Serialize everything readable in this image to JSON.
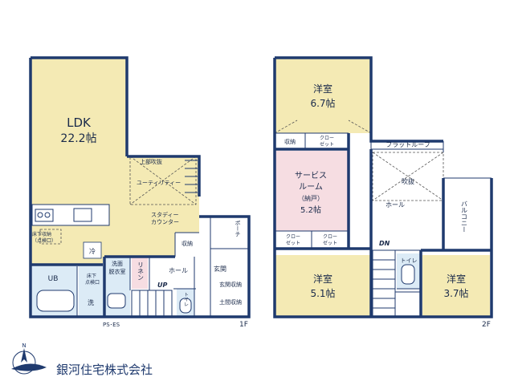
{
  "floor1": {
    "ldk": {
      "name": "LDK",
      "size": "22.2帖"
    },
    "upper_void": "上部吹抜",
    "utility": "ユーティリティー",
    "study": {
      "line1": "スタディー",
      "line2": "カウンター"
    },
    "underfloor": {
      "line1": "床下収納",
      "line2": "（点検口）"
    },
    "fridge": "冷",
    "storage": "収納",
    "porch": "ポーチ",
    "ub": "UB",
    "inspection": {
      "line1": "床下",
      "line2": "点検口"
    },
    "washroom": {
      "line1": "洗面",
      "line2": "脱衣室"
    },
    "wash": "洗",
    "linen": "リネン",
    "hall": "ホール",
    "entrance": "玄関",
    "entrance_storage": "玄関収納",
    "dirt_storage": "土間収納",
    "toilet": "トイレ",
    "up": "UP",
    "ps": "PS･ES",
    "floor_label": "1F"
  },
  "floor2": {
    "room1": {
      "name": "洋室",
      "size": "6.7帖"
    },
    "storage": "収納",
    "closet": "クロー\nゼット",
    "closet_a": "クロー",
    "closet_b": "ゼット",
    "flat_roof": "フラットルーフ",
    "service": {
      "line1": "サービス",
      "line2": "ルーム",
      "line3": "（納戸）",
      "size": "5.2帖"
    },
    "void": "吹抜",
    "hall": "ホール",
    "balcony": "バルコニー",
    "room2": {
      "name": "洋室",
      "size": "5.1帖"
    },
    "room3": {
      "name": "洋室",
      "size": "3.7帖"
    },
    "toilet": "トイレ",
    "dn": "DN",
    "floor_label": "2F"
  },
  "company": "銀河住宅株式会社",
  "colors": {
    "ldk": "#f4eab4",
    "room": "#f4eab4",
    "service": "#f6dde2",
    "linen": "#f6dde2",
    "wet": "#dcebf6",
    "wall": "#1f3a6e",
    "logo": "#1f3a6e"
  }
}
